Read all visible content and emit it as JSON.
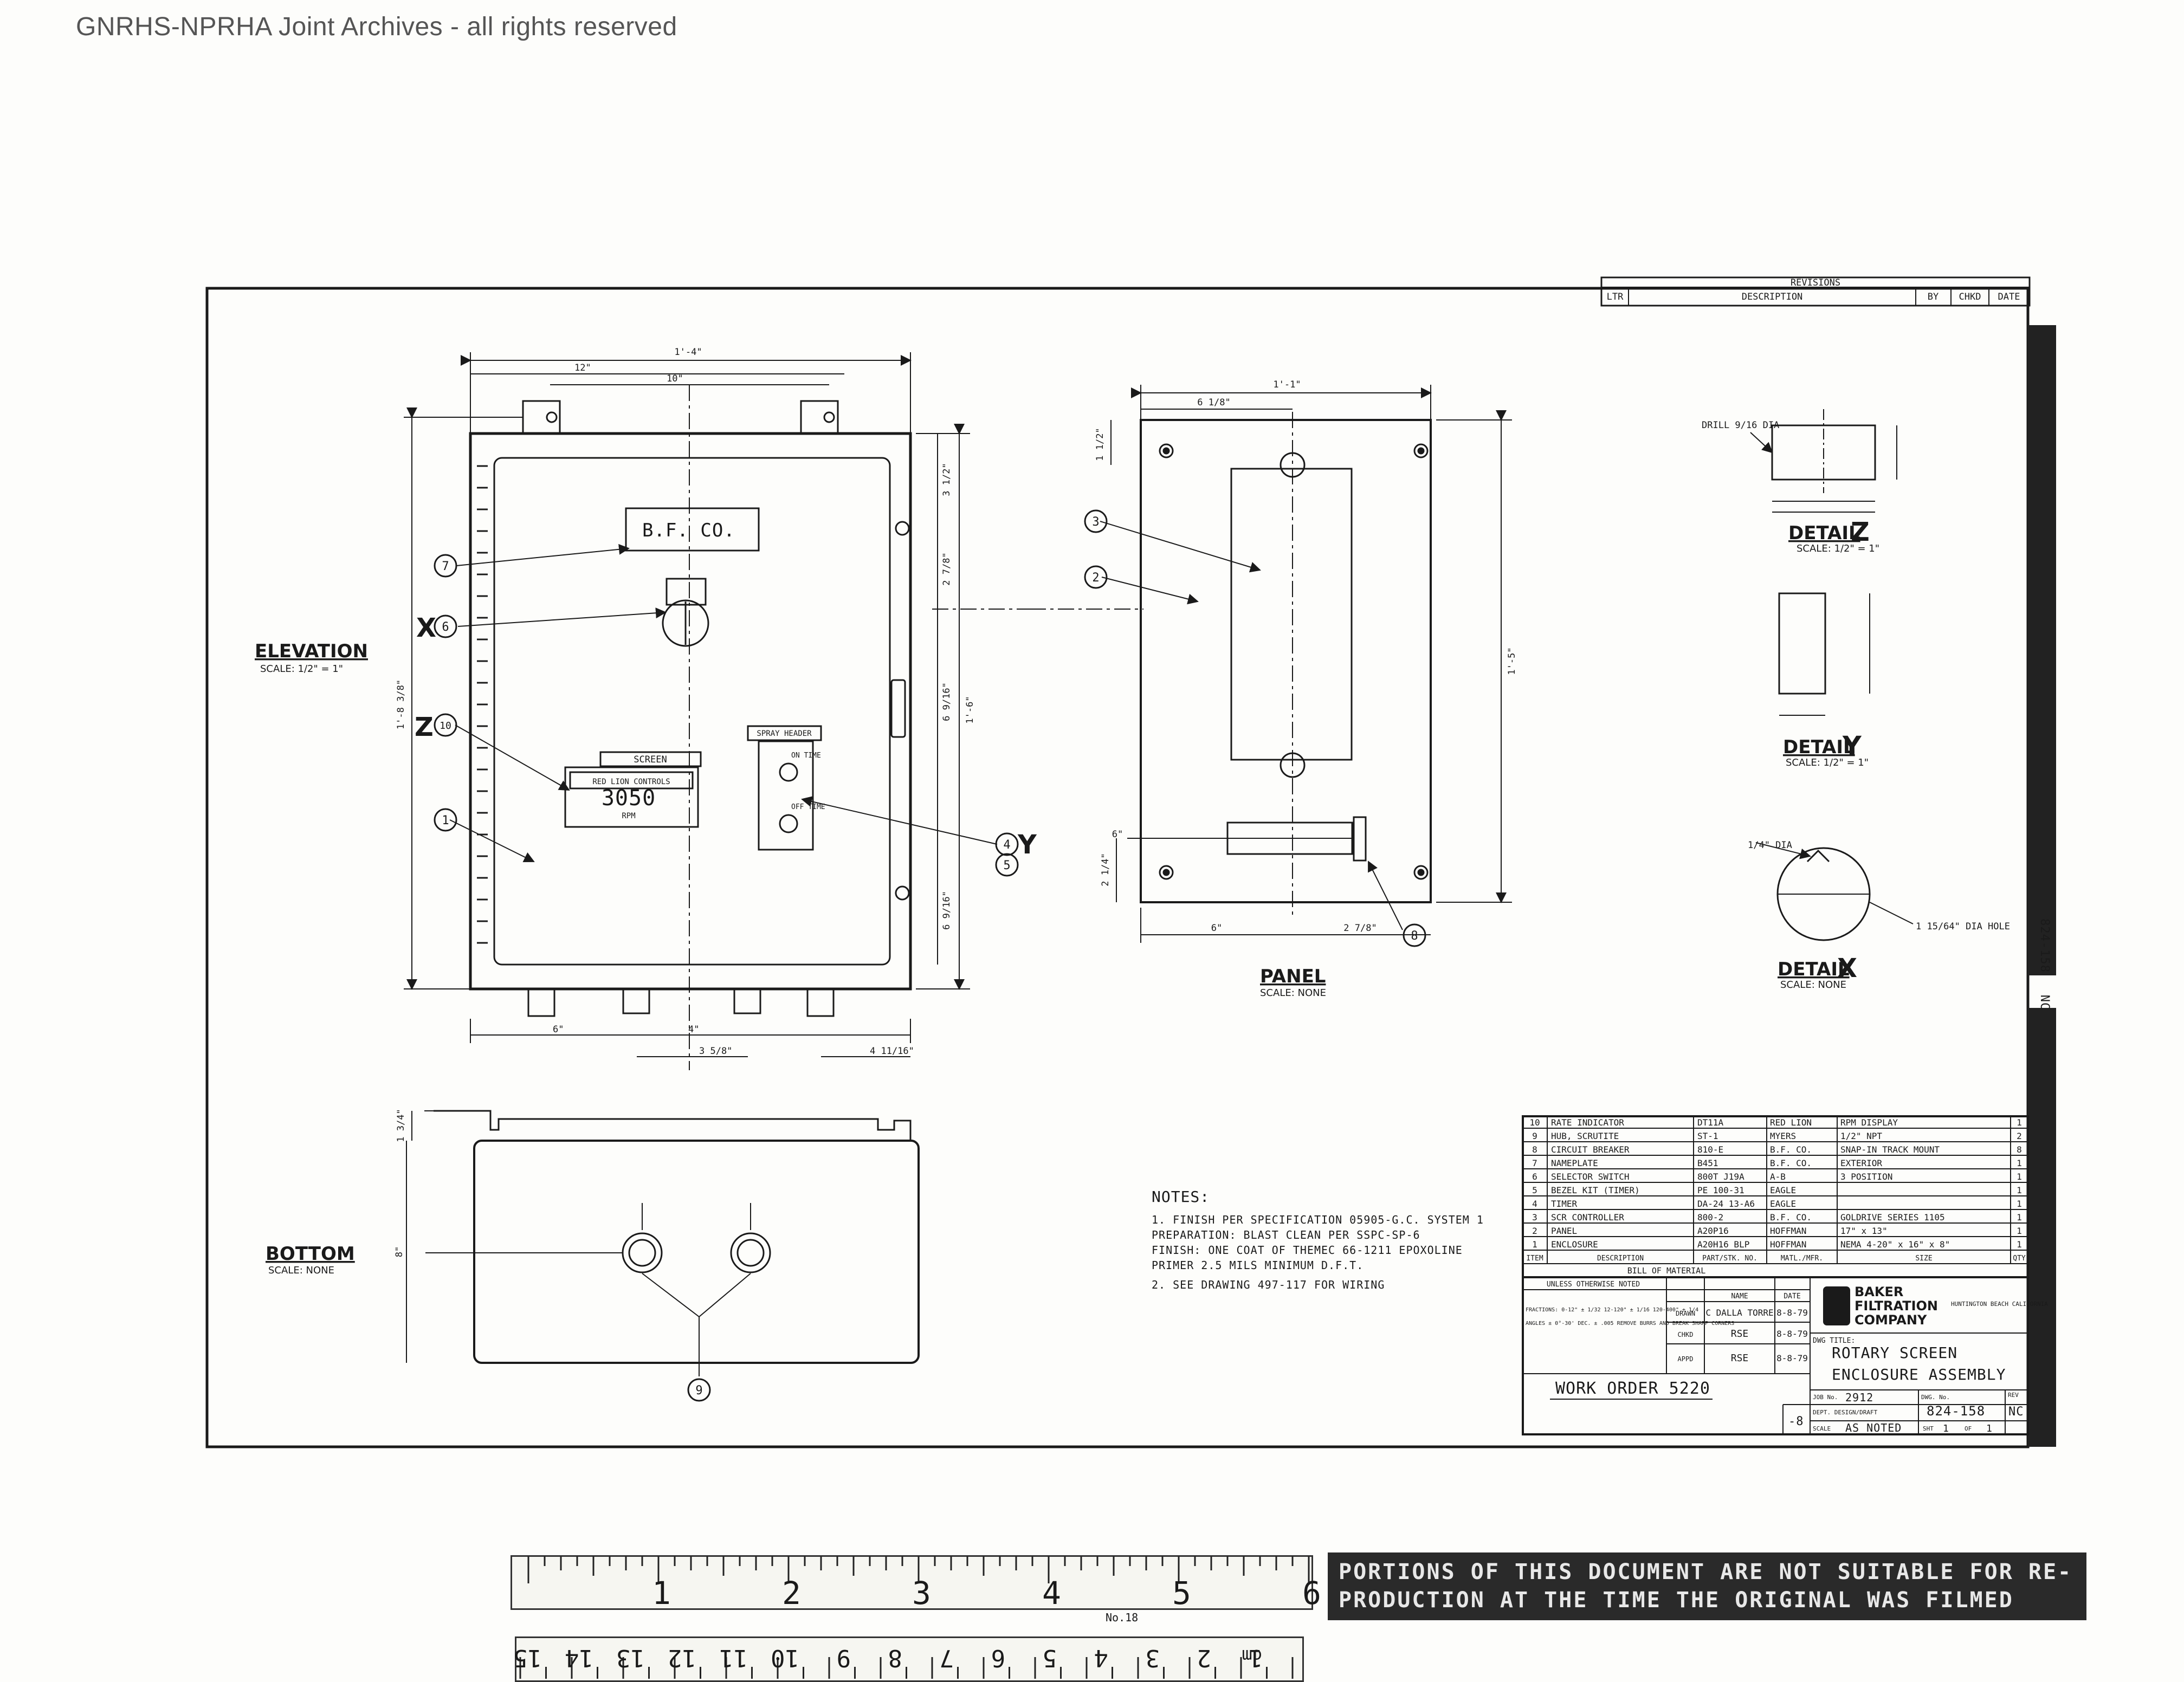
{
  "watermark": "GNRHS-NPRHA Joint Archives - all rights reserved",
  "revisions": {
    "title": "REVISIONS",
    "headers": [
      "LTR",
      "DESCRIPTION",
      "BY",
      "CHKD",
      "DATE"
    ]
  },
  "views": {
    "elevation": {
      "title": "ELEVATION",
      "scale": "SCALE: 1/2\" = 1\""
    },
    "bottom": {
      "title": "BOTTOM",
      "scale": "SCALE: NONE"
    },
    "panel": {
      "title": "PANEL",
      "scale": "SCALE: NONE"
    },
    "detail_z": {
      "title": "DETAIL",
      "letter": "Z",
      "scale": "SCALE: 1/2\" = 1\"",
      "note": "DRILL 9/16 DIA"
    },
    "detail_y": {
      "title": "DETAIL",
      "letter": "Y",
      "scale": "SCALE: 1/2\" = 1\""
    },
    "detail_x": {
      "title": "DETAIL",
      "letter": "X",
      "scale": "SCALE: NONE",
      "note1": "1/4\" DIA",
      "note2": "1 15/64\" DIA HOLE"
    }
  },
  "elevation_labels": {
    "nameplate": "B.F. CO.",
    "screen": "SCREEN",
    "red_lion": "RED LION CONTROLS",
    "rpm_value": "3050",
    "rpm_unit": "RPM",
    "timer": "SPRAY HEADER",
    "on_time": "ON TIME",
    "off_time": "OFF TIME",
    "letter_x": "X",
    "letter_z": "Z",
    "letter_y": "Y"
  },
  "dimensions": {
    "overall_width": "1'-4\"",
    "width_12": "12\"",
    "width_10": "10\"",
    "side_height": "1'-8 3/8\"",
    "side_1_6": "1'-6\"",
    "dim_3_1_2": "3 1/2\"",
    "dim_2_7_8": "2 7/8\"",
    "dim_6_9_16": "6 9/16\"",
    "dim_6_9_16b": "6 9/16\"",
    "bottom_6": "6\"",
    "bottom_4": "4\"",
    "bottom_3_5_8": "3 5/8\"",
    "bottom_4_11_16": "4 11/16\"",
    "panel_width": "1'-1\"",
    "panel_6_1_8": "6 1/8\"",
    "panel_height": "1'-5\"",
    "panel_6": "6\"",
    "panel_2_7_8": "2 7/8\"",
    "panel_2_1_4": "2 1/4\"",
    "panel_1_1_2": "1 1/2\"",
    "panel_left_6": "6\"",
    "bottom_8": "8\"",
    "bottom_1_3_4": "1 3/4\""
  },
  "balloons": [
    "1",
    "2",
    "3",
    "4",
    "5",
    "6",
    "7",
    "8",
    "9",
    "10"
  ],
  "notes": {
    "heading": "NOTES:",
    "lines": [
      "1. FINISH PER SPECIFICATION 05905-G.C. SYSTEM 1",
      "   PREPARATION: BLAST CLEAN PER SSPC-SP-6",
      "   FINISH: ONE COAT OF THEMEC 66-1211 EPOXOLINE",
      "   PRIMER 2.5 MILS MINIMUM D.F.T.",
      "2. SEE DRAWING 497-117 FOR WIRING"
    ]
  },
  "bom": {
    "title": "BILL OF MATERIAL",
    "headers": [
      "ITEM",
      "DESCRIPTION",
      "PART/STK. NO.",
      "MATL./MFR.",
      "SIZE",
      "QTY"
    ],
    "rows": [
      [
        "10",
        "RATE INDICATOR",
        "DT11A",
        "RED LION",
        "RPM DISPLAY",
        "1"
      ],
      [
        "9",
        "HUB, SCRUTITE",
        "ST-1",
        "MYERS",
        "1/2\" NPT",
        "2"
      ],
      [
        "8",
        "CIRCUIT BREAKER",
        "810-E",
        "B.F. CO.",
        "SNAP-IN TRACK MOUNT",
        "8"
      ],
      [
        "7",
        "NAMEPLATE",
        "B451",
        "B.F. CO.",
        "EXTERIOR",
        "1"
      ],
      [
        "6",
        "SELECTOR SWITCH",
        "800T J19A",
        "A-B",
        "3 POSITION",
        "1"
      ],
      [
        "5",
        "BEZEL KIT (TIMER)",
        "PE 100-31",
        "EAGLE",
        "",
        "1"
      ],
      [
        "4",
        "TIMER",
        "DA-24 13-A6",
        "EAGLE",
        "",
        "1"
      ],
      [
        "3",
        "SCR CONTROLLER",
        "800-2",
        "B.F. CO.",
        "GOLDRIVE SERIES 1105",
        "1"
      ],
      [
        "2",
        "PANEL",
        "A20P16",
        "HOFFMAN",
        "17\" x 13\"",
        "1"
      ],
      [
        "1",
        "ENCLOSURE",
        "A20H16 BLP",
        "HOFFMAN",
        "NEMA 4-20\" x 16\" x 8\"",
        "1"
      ]
    ]
  },
  "title_block": {
    "unless": "UNLESS OTHERWISE NOTED",
    "tol1": "FRACTIONS: 0-12\" ± 1/32  12-120\" ± 1/16  120-400\" ± 1/4",
    "tol2": "ANGLES ± 0°-30'  DEC. ± .005  REMOVE BURRS AND BREAK SHARP CORNERS",
    "headers": [
      "",
      "NAME",
      "DATE"
    ],
    "rows": [
      [
        "DRAWN",
        "C DALLA TORRE",
        "8-8-79"
      ],
      [
        "CHKD",
        "RSE",
        "8-8-79"
      ],
      [
        "APPD",
        "RSE",
        "8-8-79"
      ]
    ],
    "company1": "BAKER",
    "company2": "FILTRATION",
    "company3": "COMPANY",
    "city": "HUNTINGTON BEACH CALIFORNIA",
    "dwg_title_label": "DWG TITLE:",
    "dwg_title1": "ROTARY SCREEN",
    "dwg_title2": "ENCLOSURE ASSEMBLY",
    "job_label": "JOB No.",
    "job": "2912",
    "dwg_no_label": "DWG. No.",
    "dwg_no": "824-158",
    "rev_label": "REV",
    "rev": "NC",
    "dept_label": "DEPT. DESIGN/DRAFT",
    "scale_label": "SCALE",
    "scale": "AS NOTED",
    "sht_label": "SHT",
    "sht": "1",
    "of_label": "OF",
    "of": "1",
    "code": "-8",
    "margin_no": "824-158",
    "margin_rev": "NC"
  },
  "work_order": "WORK ORDER 5220",
  "ruler": {
    "inch_marks": [
      "1",
      "2",
      "3",
      "4",
      "5",
      "6"
    ],
    "cm_marks": [
      "1",
      "2",
      "3",
      "4",
      "5",
      "6",
      "7",
      "8",
      "9",
      "10",
      "11",
      "12",
      "13",
      "14",
      "15"
    ],
    "model": "No.18",
    "cm_unit": "cm"
  },
  "disclaimer": "PORTIONS OF THIS DOCUMENT ARE NOT SUITABLE FOR RE-PRODUCTION AT THE TIME THE ORIGINAL WAS FILMED"
}
